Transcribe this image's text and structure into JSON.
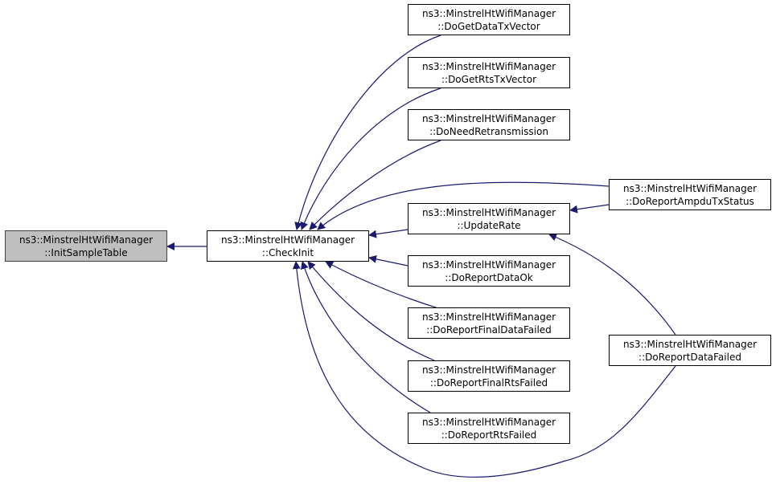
{
  "diagram": {
    "type": "caller-graph",
    "edge_color": "#191970",
    "root_fill": "#bfbfbf",
    "nodes": [
      {
        "id": "initsample",
        "line1": "ns3::MinstrelHtWifiManager",
        "line2": "::InitSampleTable",
        "root": true
      },
      {
        "id": "checkinit",
        "line1": "ns3::MinstrelHtWifiManager",
        "line2": "::CheckInit"
      },
      {
        "id": "getdata",
        "line1": "ns3::MinstrelHtWifiManager",
        "line2": "::DoGetDataTxVector"
      },
      {
        "id": "getrts",
        "line1": "ns3::MinstrelHtWifiManager",
        "line2": "::DoGetRtsTxVector"
      },
      {
        "id": "needretx",
        "line1": "ns3::MinstrelHtWifiManager",
        "line2": "::DoNeedRetransmission"
      },
      {
        "id": "updaterate",
        "line1": "ns3::MinstrelHtWifiManager",
        "line2": "::UpdateRate"
      },
      {
        "id": "dataok",
        "line1": "ns3::MinstrelHtWifiManager",
        "line2": "::DoReportDataOk"
      },
      {
        "id": "finaldata",
        "line1": "ns3::MinstrelHtWifiManager",
        "line2": "::DoReportFinalDataFailed"
      },
      {
        "id": "finalrts",
        "line1": "ns3::MinstrelHtWifiManager",
        "line2": "::DoReportFinalRtsFailed"
      },
      {
        "id": "rtsfailed",
        "line1": "ns3::MinstrelHtWifiManager",
        "line2": "::DoReportRtsFailed"
      },
      {
        "id": "ampdu",
        "line1": "ns3::MinstrelHtWifiManager",
        "line2": "::DoReportAmpduTxStatus"
      },
      {
        "id": "datafailed",
        "line1": "ns3::MinstrelHtWifiManager",
        "line2": "::DoReportDataFailed"
      }
    ],
    "edges": [
      {
        "from": "checkinit",
        "to": "initsample"
      },
      {
        "from": "getdata",
        "to": "checkinit"
      },
      {
        "from": "getrts",
        "to": "checkinit"
      },
      {
        "from": "needretx",
        "to": "checkinit"
      },
      {
        "from": "ampdu",
        "to": "checkinit"
      },
      {
        "from": "updaterate",
        "to": "checkinit"
      },
      {
        "from": "dataok",
        "to": "checkinit"
      },
      {
        "from": "finaldata",
        "to": "checkinit"
      },
      {
        "from": "finalrts",
        "to": "checkinit"
      },
      {
        "from": "rtsfailed",
        "to": "checkinit"
      },
      {
        "from": "datafailed",
        "to": "checkinit"
      },
      {
        "from": "ampdu",
        "to": "updaterate"
      },
      {
        "from": "datafailed",
        "to": "updaterate"
      }
    ]
  }
}
